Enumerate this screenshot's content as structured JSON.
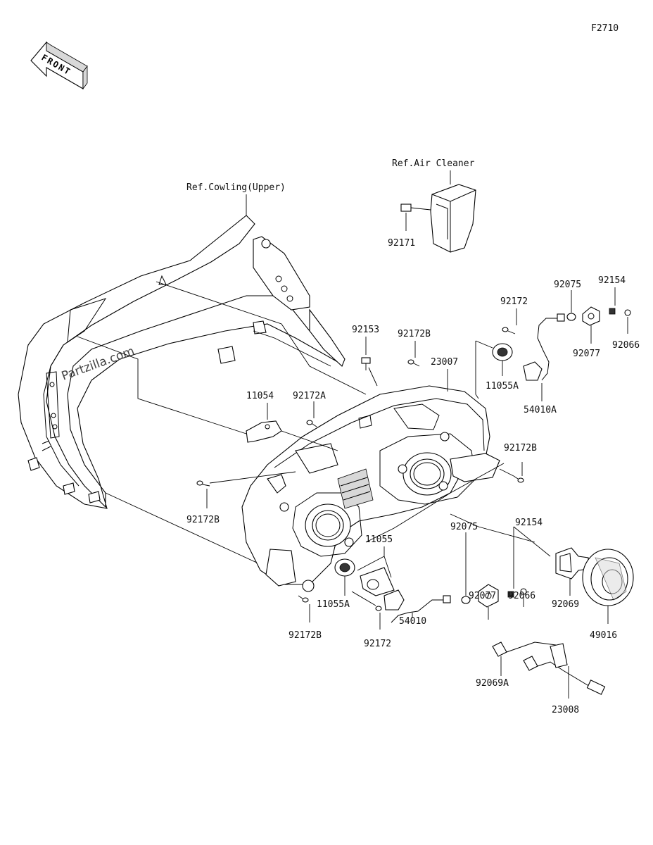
{
  "figure_code": "F2710",
  "front_label": "FRONT",
  "watermark": "Partzilla.com",
  "refs": {
    "air_cleaner": "Ref.Air Cleaner",
    "cowling_upper": "Ref.Cowling(Upper)"
  },
  "part_numbers": {
    "p92171": "92171",
    "p92075_top": "92075",
    "p92154_top": "92154",
    "p92172_top": "92172",
    "p92077_top": "92077",
    "p92066_top": "92066",
    "p92153": "92153",
    "p92172B_top": "92172B",
    "p23007": "23007",
    "p11055A_top": "11055A",
    "p54010A": "54010A",
    "p11054": "11054",
    "p92172A": "92172A",
    "p92172B_right": "92172B",
    "p92172B_left": "92172B",
    "p92075_mid": "92075",
    "p92154_mid": "92154",
    "p11055": "11055",
    "p92077_mid": "92077",
    "p92066_mid": "92066",
    "p92069": "92069",
    "p49016": "49016",
    "p11055A_bot": "11055A",
    "p54010": "54010",
    "p92172B_bot": "92172B",
    "p92172_bot": "92172",
    "p92069A": "92069A",
    "p23008": "23008"
  }
}
